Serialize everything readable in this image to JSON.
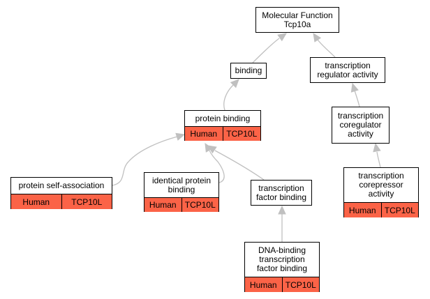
{
  "nodes": {
    "mf_root": {
      "title": "Molecular Function\nTcp10a"
    },
    "binding": {
      "title": "binding"
    },
    "tr_activity": {
      "title": "transcription\nregulator activity"
    },
    "protein_binding": {
      "title": "protein binding",
      "annotation": {
        "species": "Human",
        "gene": "TCP10L"
      }
    },
    "tr_coreg": {
      "title": "transcription\ncoregulator\nactivity"
    },
    "self_assoc": {
      "title": "protein self-association",
      "annotation": {
        "species": "Human",
        "gene": "TCP10L"
      }
    },
    "identical": {
      "title": "identical protein\nbinding",
      "annotation": {
        "species": "Human",
        "gene": "TCP10L"
      }
    },
    "tf_binding": {
      "title": "transcription\nfactor binding"
    },
    "tr_corep": {
      "title": "transcription\ncorepressor\nactivity",
      "annotation": {
        "species": "Human",
        "gene": "TCP10L"
      }
    },
    "dna_binding": {
      "title": "DNA-binding\ntranscription\nfactor binding",
      "annotation": {
        "species": "Human",
        "gene": "TCP10L"
      }
    }
  },
  "edges": [
    {
      "from": "binding",
      "to": "mf_root"
    },
    {
      "from": "tr_activity",
      "to": "mf_root"
    },
    {
      "from": "protein_binding",
      "to": "binding"
    },
    {
      "from": "tr_coreg",
      "to": "tr_activity"
    },
    {
      "from": "self_assoc",
      "to": "protein_binding"
    },
    {
      "from": "identical",
      "to": "protein_binding"
    },
    {
      "from": "tf_binding",
      "to": "protein_binding"
    },
    {
      "from": "tr_corep",
      "to": "tr_coreg"
    },
    {
      "from": "dna_binding",
      "to": "tf_binding"
    }
  ],
  "colors": {
    "annotation_fill": "#fb6347",
    "edge": "#c0c0c0",
    "node_border": "#000000"
  }
}
